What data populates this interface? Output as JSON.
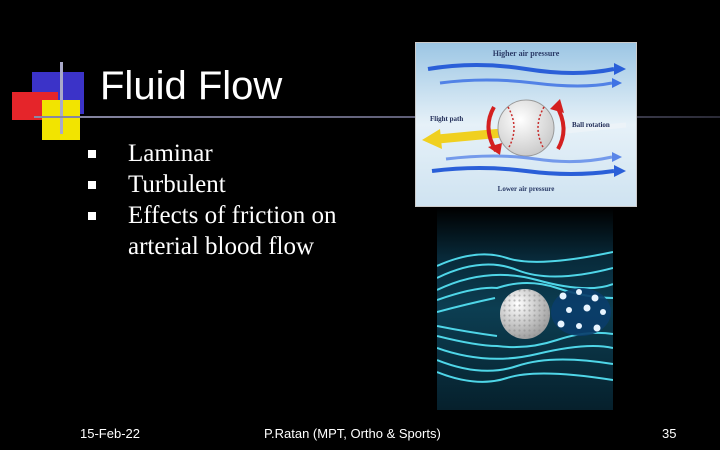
{
  "slide": {
    "title": "Fluid Flow",
    "bullets": [
      "Laminar",
      "Turbulent",
      "Effects of friction on arterial blood flow"
    ]
  },
  "figure_baseball": {
    "labels": {
      "top": "Higher air pressure",
      "left": "Flight path",
      "right": "Ball rotation",
      "bottom": "Lower air pressure"
    },
    "icon": "baseball-icon"
  },
  "figure_golfball": {
    "icon": "golf-ball-icon"
  },
  "footer": {
    "date": "15-Feb-22",
    "author": "P.Ratan (MPT, Ortho & Sports)",
    "page": "35"
  },
  "colors": {
    "background": "#000000",
    "deco_blue": "#3b33c8",
    "deco_red": "#e5252a",
    "deco_yellow": "#f2e400",
    "flow_arrow": "#2a5fd8",
    "spin_arrow": "#d42020",
    "flight_arrow": "#f0d020",
    "stream_cyan": "#4fd6e8"
  }
}
